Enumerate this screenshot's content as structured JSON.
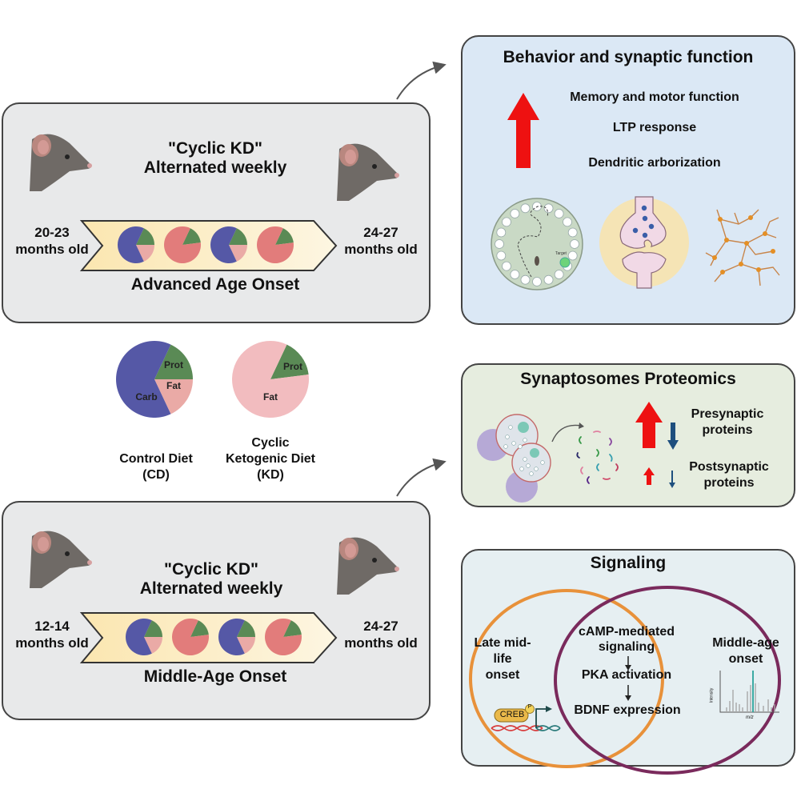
{
  "colors": {
    "carb": "#5558a6",
    "protein": "#5a8a55",
    "fat_cd": "#eaaaa6",
    "fat_kd": "#e27c7b",
    "kd_legend_fat": "#f2bcbf",
    "red_arrow": "#ee1111",
    "blue_arrow": "#1e4f7e",
    "orange_ring": "#e8913a",
    "purple_ring": "#7a2a5c",
    "panel_grey": "#e8e9ea",
    "panel_blue": "#dbe8f5",
    "panel_green": "#e6eddf",
    "panel_signal": "#e6eff2",
    "band_yellow": "#fdf0c8"
  },
  "advanced": {
    "quote_title": "\"Cyclic KD\"",
    "subtitle": "Alternated weekly",
    "start_age_1": "20-23",
    "start_age_2": "months old",
    "end_age_1": "24-27",
    "end_age_2": "months old",
    "label": "Advanced Age Onset",
    "diet_sequence": [
      "CD",
      "KD",
      "CD",
      "KD"
    ]
  },
  "middle": {
    "quote_title": "\"Cyclic KD\"",
    "subtitle": "Alternated weekly",
    "start_age_1": "12-14",
    "start_age_2": "months old",
    "end_age_1": "24-27",
    "end_age_2": "months old",
    "label": "Middle-Age Onset",
    "diet_sequence": [
      "CD",
      "KD",
      "CD",
      "KD"
    ]
  },
  "legend": {
    "cd": {
      "name_1": "Control Diet",
      "name_2": "(CD)",
      "slices": [
        {
          "label": "Carb",
          "fraction": 0.64
        },
        {
          "label": "Prot",
          "fraction": 0.18
        },
        {
          "label": "Fat",
          "fraction": 0.18
        }
      ]
    },
    "kd": {
      "name_1": "Cyclic",
      "name_2": "Ketogenic Diet",
      "name_3": "(KD)",
      "slices": [
        {
          "label": "Prot",
          "fraction": 0.16
        },
        {
          "label": "Fat",
          "fraction": 0.84
        }
      ]
    }
  },
  "behavior": {
    "title": "Behavior and synaptic function",
    "items": [
      "Memory and motor function",
      "LTP response",
      "Dendritic arborization"
    ],
    "maze_target_label": "Target",
    "direction": "increase"
  },
  "proteomics": {
    "title": "Synaptosomes Proteomics",
    "rows": [
      {
        "label_1": "Presynaptic",
        "label_2": "proteins",
        "up": "large",
        "down": "large"
      },
      {
        "label_1": "Postsynaptic",
        "label_2": "proteins",
        "up": "small",
        "down": "small"
      }
    ]
  },
  "signaling": {
    "title": "Signaling",
    "left_1": "Late mid-",
    "left_2": "life",
    "left_3": "onset",
    "right_1": "Middle-age",
    "right_2": "onset",
    "pathway": [
      "cAMP-mediated",
      "signaling",
      "PKA activation",
      "BDNF expression"
    ],
    "creb_label": "CREB",
    "phospho_label": "P",
    "spectrum_ylabel": "Intensity",
    "spectrum_xlabel": "m/z"
  }
}
